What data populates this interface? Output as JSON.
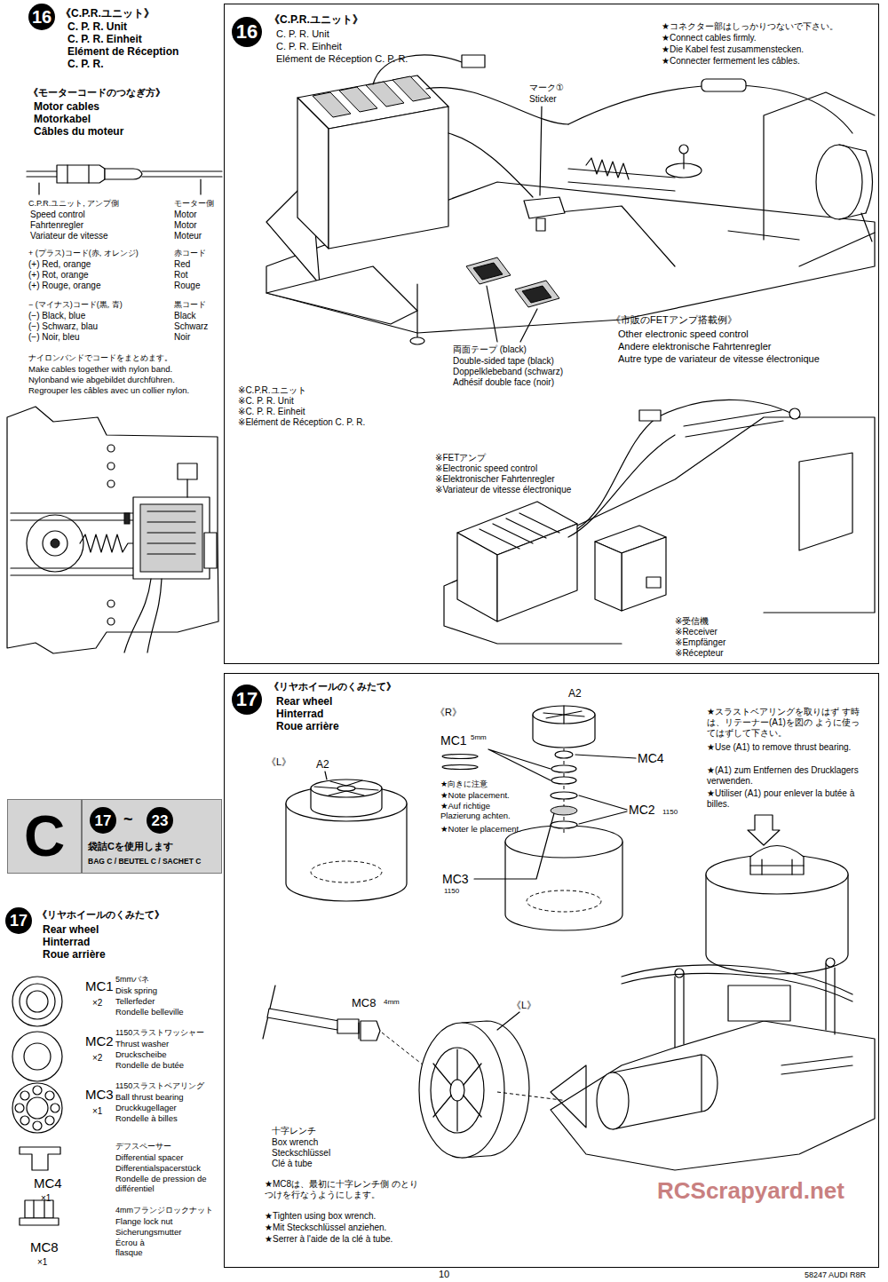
{
  "diagram": {
    "nodes": [
      {
        "text": [
          "16"
        ]
      },
      {
        "text": [
          "《C.P.R.ユニット》",
          "C. P. R. Unit",
          "C. P. R. Einheit",
          "Elément de Réception C. P. R."
        ]
      },
      {
        "text": [
          "16"
        ],
        "in": 1
      },
      {
        "text": [
          "C"
        ]
      },
      {
        "text": [
          "~",
          "袋詰Cを使用します",
          "BAG C / BEUTEL C / SACHET C"
        ]
      },
      {
        "text": [
          "17"
        ],
        "in": 4
      },
      {
        "text": [
          "23"
        ],
        "in": 4
      },
      {
        "text": [
          "17"
        ]
      },
      {
        "text": [
          "《リヤホイールのくみたて》",
          "Rear wheel",
          "Hinterrad",
          "Roue arrière"
        ]
      },
      {
        "text": [
          "17"
        ],
        "in": 8
      }
    ],
    "labels": [
      "《C.P.R.ユニット》",
      "C. P. R. Unit",
      "C. P. R. Einheit",
      "Elément de Réception",
      "C. P. R.",
      "《モーターコードのつなぎ方》",
      "Motor cables",
      "Motorkabel",
      "Câbles du moteur",
      "C.P.R.ユニット, アンプ側",
      "Speed control",
      "Fahrtenregler",
      "Variateur de vitesse",
      "モーター側",
      "Motor",
      "Motor",
      "Moteur",
      "+ (プラス)コード(赤, オレンジ)",
      "(+) Red, orange",
      "(+) Rot, orange",
      "(+) Rouge, orange",
      "赤コード",
      "Red",
      "Rot",
      "Rouge",
      "− (マイナス)コード(黒, 青)",
      "(−) Black, blue",
      "(−) Schwarz, blau",
      "(−) Noir, bleu",
      "黒コード",
      "Black",
      "Schwarz",
      "Noir",
      "ナイロンバンドでコードをまとめます。",
      "Make cables together with nylon band.",
      "Nylonband wie abgebildet durchführen.",
      "Regrouper les câbles avec un collier nylon.",
      "★コネクター部はしっかりつないで下さい。",
      "★Connect cables firmly.",
      "★Die Kabel fest zusammenstecken.",
      "★Connecter fermement les câbles.",
      "マーク①",
      "Sticker",
      "両面テープ (black)",
      "Double-sided tape (black)",
      "Doppelklebeband (schwarz)",
      "Adhésif double face (noir)",
      "※C.P.R.ユニット",
      "※C. P. R. Unit",
      "※C. P. R. Einheit",
      "※Elément de Réception C. P. R.",
      "《市販のFETアンプ搭載例》",
      "Other electronic speed control",
      "Andere elektronische Fahrtenregler",
      "Autre type de variateur de vitesse électronique",
      "※FETアンプ",
      "※Electronic speed control",
      "※Elektronischer Fahrtenregler",
      "※Variateur de vitesse électronique",
      "※受信機",
      "※Receiver",
      "※Empfänger",
      "※Récepteur",
      "《リヤホイールのくみたて》",
      "Rear wheel",
      "Hinterrad",
      "Roue arrière",
      "5mmバネ",
      "Disk spring",
      "Tellerfeder",
      "Rondelle belleville",
      "MC1",
      "×2",
      "1150スラストワッシャー",
      "Thrust washer",
      "Druckscheibe",
      "Rondelle de butée",
      "MC2",
      "×2",
      "1150スラストベアリング",
      "Ball thrust bearing",
      "Druckkugellager",
      "Rondelle à billes",
      "MC3",
      "×1",
      "デフスペーサー",
      "Differential spacer",
      "Differentialspacerstück",
      "Rondelle de pression de différentiel",
      "MC4",
      "×1",
      "4mmフランジロックナット",
      "Flange lock nut",
      "Sicherungsmutter",
      "Écrou à flasque",
      "MC8",
      "×1",
      "《L》",
      "A2",
      "《R》",
      "A2",
      "MC1",
      "5mm",
      "★向きに注意",
      "★Note placement.",
      "★Auf richtige Plazierung achten.",
      "★Noter le placement.",
      "MC4",
      "MC2",
      "1150",
      "MC3",
      "1150",
      "★スラストベアリングを取りはず す時は、リテーナー(A1)を図の ように使ってはずして下さい。",
      "★Use (A1) to remove thrust bearing.",
      "★(A1) zum Entfernen des Drucklagers verwenden.",
      "★Utiliser (A1) pour enlever la butée à billes.",
      "MC8",
      "4mm",
      "《L》",
      "十字レンチ",
      "Box wrench",
      "Steckschlüssel",
      "Clé à tube",
      "★MC8は、最初に十字レンチ側 のとりつけを行なうようにします。",
      "★Tighten using box wrench.",
      "★Mit Steckschlüssel anziehen.",
      "★Serrer à l'aide de la clé à tube.",
      "10",
      "58247 AUDI R8R",
      "RCScrapyard.net"
    ]
  }
}
